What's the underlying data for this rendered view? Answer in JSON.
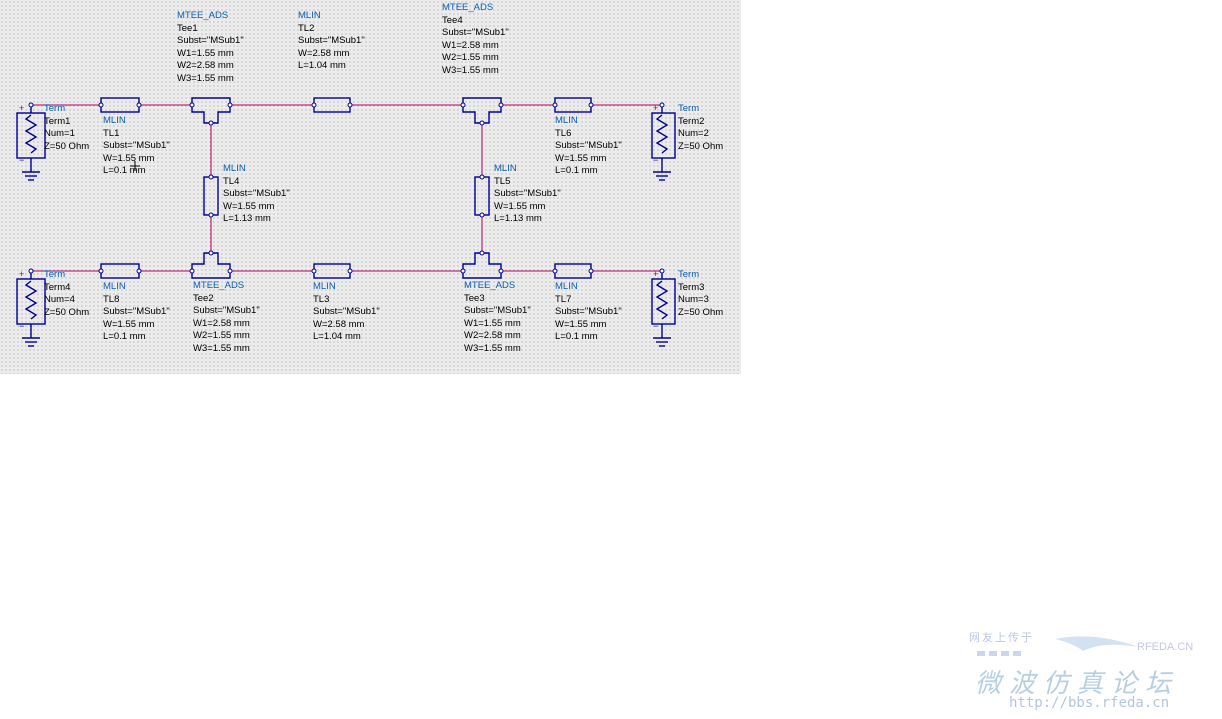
{
  "components": {
    "term1": {
      "type": "Term",
      "name": "Term1",
      "p1": "Num=1",
      "p2": "Z=50 Ohm"
    },
    "term2": {
      "type": "Term",
      "name": "Term2",
      "p1": "Num=2",
      "p2": "Z=50 Ohm"
    },
    "term3": {
      "type": "Term",
      "name": "Term3",
      "p1": "Num=3",
      "p2": "Z=50 Ohm"
    },
    "term4": {
      "type": "Term",
      "name": "Term4",
      "p1": "Num=4",
      "p2": "Z=50 Ohm"
    },
    "tl1": {
      "type": "MLIN",
      "name": "TL1",
      "p1": "Subst=\"MSub1\"",
      "p2": "W=1.55 mm",
      "p3": "L=0.1 mm"
    },
    "tl2": {
      "type": "MLIN",
      "name": "TL2",
      "p1": "Subst=\"MSub1\"",
      "p2": "W=2.58 mm",
      "p3": "L=1.04 mm"
    },
    "tl3": {
      "type": "MLIN",
      "name": "TL3",
      "p1": "Subst=\"MSub1\"",
      "p2": "W=2.58 mm",
      "p3": "L=1.04 mm"
    },
    "tl4": {
      "type": "MLIN",
      "name": "TL4",
      "p1": "Subst=\"MSub1\"",
      "p2": "W=1.55 mm",
      "p3": "L=1.13 mm"
    },
    "tl5": {
      "type": "MLIN",
      "name": "TL5",
      "p1": "Subst=\"MSub1\"",
      "p2": "W=1.55 mm",
      "p3": "L=1.13 mm"
    },
    "tl6": {
      "type": "MLIN",
      "name": "TL6",
      "p1": "Subst=\"MSub1\"",
      "p2": "W=1.55 mm",
      "p3": "L=0.1 mm"
    },
    "tl7": {
      "type": "MLIN",
      "name": "TL7",
      "p1": "Subst=\"MSub1\"",
      "p2": "W=1.55 mm",
      "p3": "L=0.1 mm"
    },
    "tl8": {
      "type": "MLIN",
      "name": "TL8",
      "p1": "Subst=\"MSub1\"",
      "p2": "W=1.55 mm",
      "p3": "L=0.1 mm"
    },
    "tee1": {
      "type": "MTEE_ADS",
      "name": "Tee1",
      "p1": "Subst=\"MSub1\"",
      "p2": "W1=1.55 mm",
      "p3": "W2=2.58 mm",
      "p4": "W3=1.55 mm"
    },
    "tee2": {
      "type": "MTEE_ADS",
      "name": "Tee2",
      "p1": "Subst=\"MSub1\"",
      "p2": "W1=2.58 mm",
      "p3": "W2=1.55 mm",
      "p4": "W3=1.55 mm"
    },
    "tee3": {
      "type": "MTEE_ADS",
      "name": "Tee3",
      "p1": "Subst=\"MSub1\"",
      "p2": "W1=1.55 mm",
      "p3": "W2=2.58 mm",
      "p4": "W3=1.55 mm"
    },
    "tee4": {
      "type": "MTEE_ADS",
      "name": "Tee4",
      "p1": "Subst=\"MSub1\"",
      "p2": "W1=2.58 mm",
      "p3": "W2=1.55 mm",
      "p4": "W3=1.55 mm"
    }
  },
  "watermark": {
    "top_text": "网友上传于",
    "brand": "RFEDA.CN",
    "chinese_title": "微波仿真论坛",
    "url": "http://bbs.rfeda.cn"
  },
  "colors": {
    "wire": "#c0307c",
    "component": "#000098",
    "type_label": "#0a5fb4",
    "text": "#000000",
    "canvas": "#ececec"
  }
}
